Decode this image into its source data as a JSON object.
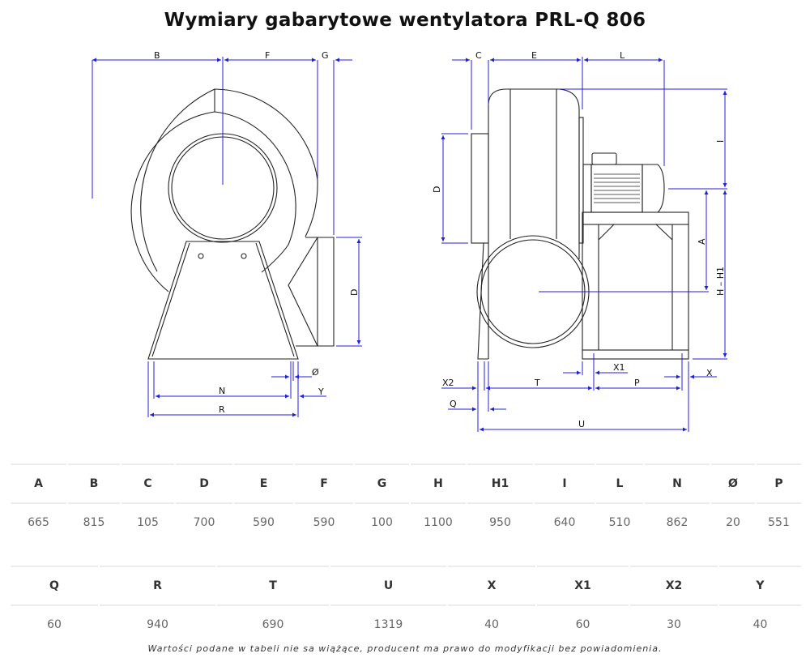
{
  "title": "Wymiary gabarytowe wentylatora PRL-Q 806",
  "drawing_labels": {
    "front": {
      "B": "B",
      "F": "F",
      "G": "G",
      "D": "D",
      "N": "N",
      "R": "R",
      "O": "Ø",
      "Y": "Y"
    },
    "side": {
      "C": "C",
      "E": "E",
      "L": "L",
      "D": "D",
      "I": "I",
      "A": "A",
      "H_H1": "H – H1",
      "X1": "X1",
      "X": "X",
      "X2": "X2",
      "T": "T",
      "P": "P",
      "Q": "Q",
      "U": "U"
    }
  },
  "table1": {
    "headers": [
      "A",
      "B",
      "C",
      "D",
      "E",
      "F",
      "G",
      "H",
      "H1",
      "I",
      "L",
      "N",
      "Ø",
      "P"
    ],
    "values": [
      "665",
      "815",
      "105",
      "700",
      "590",
      "590",
      "100",
      "1100",
      "950",
      "640",
      "510",
      "862",
      "20",
      "551"
    ]
  },
  "table2": {
    "headers": [
      "Q",
      "R",
      "T",
      "U",
      "X",
      "X1",
      "X2",
      "Y"
    ],
    "values": [
      "60",
      "940",
      "690",
      "1319",
      "40",
      "60",
      "30",
      "40"
    ]
  },
  "note": "Wartości podane w tabeli nie sa wiążące, producent ma prawo do modyfikacji bez powiadomienia.",
  "colors": {
    "dimension": "#2020d8",
    "outline": "#222222"
  }
}
